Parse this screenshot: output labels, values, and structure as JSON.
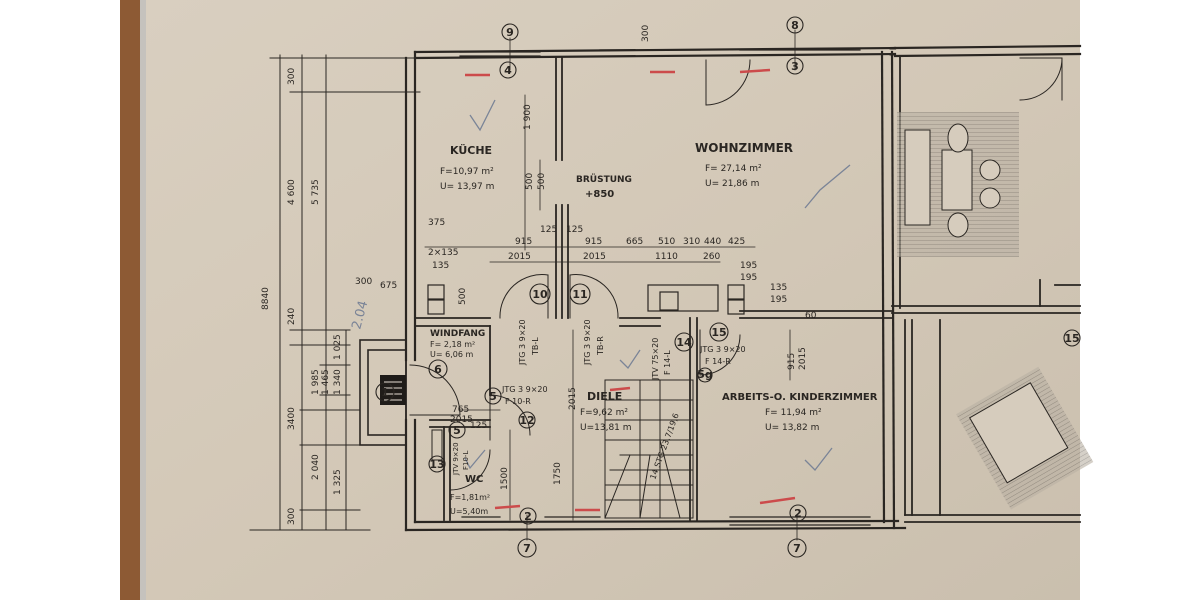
{
  "rooms": {
    "kueche": {
      "name": "KÜCHE",
      "area": "F=10,97 m²",
      "perimeter": "U= 13,97 m"
    },
    "wohnzimmer": {
      "name": "WOHNZIMMER",
      "area": "F= 27,14 m²",
      "perimeter": "U= 21,86 m"
    },
    "bruestung": {
      "name": "BRÜSTUNG",
      "value": "+850"
    },
    "windfang": {
      "name": "WINDFANG",
      "area": "F= 2,18 m²",
      "perimeter": "U= 6,06 m"
    },
    "diele": {
      "name": "DIELE",
      "area": "F=9,62 m²",
      "perimeter": "U=13,81 m"
    },
    "arbeitszimmer": {
      "name": "ARBEITS-O. KINDERZIMMER",
      "area": "F= 11,94 m²",
      "perimeter": "U= 13,82 m"
    },
    "wc": {
      "name": "WC",
      "area": "F=1,81m²",
      "perimeter": "U=5,40m"
    }
  },
  "doors": {
    "tb_l": {
      "code": "JTG 3 9×20",
      "tag": "TB-L"
    },
    "tb_r": {
      "code": "JTG 3 9×20",
      "tag": "TB-R"
    },
    "f10r": {
      "code": "JTG 3 9×20",
      "tag": "F 10-R"
    },
    "jtv": {
      "code": "JTV 75×20",
      "tag": "F 14-L"
    },
    "f14r": {
      "code": "JTG 3 9×20",
      "tag": "F 14-R"
    },
    "wc_door": {
      "code": "JTV 9×20",
      "tag": "F10-L"
    }
  },
  "stairs": {
    "label": "14 STG 23,7/19,6"
  },
  "circles": [
    "1",
    "2",
    "2",
    "3",
    "4",
    "5",
    "5",
    "6",
    "7",
    "7",
    "8",
    "9",
    "10",
    "11",
    "12",
    "13",
    "14",
    "15",
    "5g",
    "15"
  ],
  "dims": {
    "left_outer": "8840",
    "left_a": "4 600",
    "left_b": "5 735",
    "left_c": "3400",
    "left_d": "2 040",
    "left_e": "1 985",
    "left_f": "1 340",
    "left_g": "1 465",
    "left_h": "1 025",
    "left_i": "1 325",
    "left_j": "300",
    "left_k": "300",
    "left_l": "240",
    "top_300": "300",
    "top_1900": "1 900",
    "top_500a": "500",
    "top_500b": "500",
    "mid_125a": "125",
    "mid_125b": "125",
    "mid_915a": "915",
    "mid_915b": "915",
    "mid_665": "665",
    "mid_510": "510",
    "mid_310": "310",
    "mid_440": "440",
    "mid_425": "425",
    "mid_2015a": "2015",
    "mid_2015b": "2015",
    "mid_1110": "1110",
    "mid_260": "260",
    "mid_195a": "195",
    "mid_195b": "195",
    "mid_135": "135",
    "mid_195c": "195",
    "k_375": "375",
    "k_2x135": "2×135",
    "k_135": "135",
    "k_300": "300",
    "k_675": "675",
    "k_500": "500",
    "d_1750": "1750",
    "d_1500": "1500",
    "d_2015": "2015",
    "d_765": "765",
    "d_2015b": "2015",
    "d_125": "125",
    "a_915": "915",
    "a_2015": "2015",
    "a_60": "60"
  },
  "handwritten": {
    "note": "2.04"
  }
}
